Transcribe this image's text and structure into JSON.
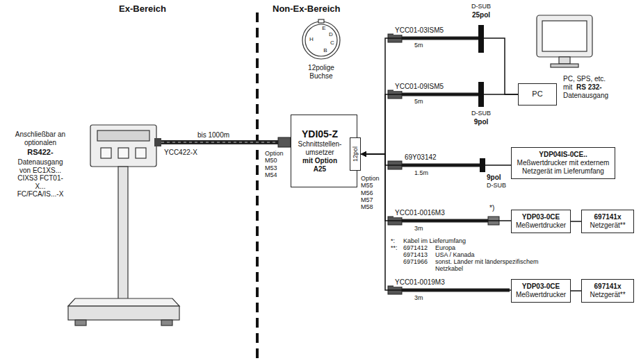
{
  "diagram": {
    "nodes": [
      {
        "text": [
          "YDI05-Z",
          "Schnittstellen- umsetzer",
          "mit Option A25"
        ]
      },
      {
        "text": [
          "12pol"
        ],
        "in": 0
      },
      {
        "text": [
          "PC"
        ]
      },
      {
        "text": [
          "YDP04IS-0CE..",
          "Meßwertdrucker mit externem Netzgerät im Lieferumfang"
        ]
      },
      {
        "text": [
          "YDP03-0CE",
          "Meßwertdrucker"
        ]
      },
      {
        "text": [
          "697141x",
          "Netzgerät**"
        ]
      },
      {
        "text": [
          "YDP03-0CE",
          "Meßwertdrucker"
        ]
      },
      {
        "text": [
          "697141x",
          "Netzgerät**"
        ]
      }
    ],
    "edges": [
      {
        "from": 2,
        "to": 1,
        "label": "YCC01-03ISM5",
        "arrow": "to"
      },
      {
        "from": 2,
        "to": 1,
        "label": "YCC01-09ISM5",
        "arrow": "to"
      },
      {
        "from": 3,
        "to": 1,
        "label": "69Y03142",
        "arrow": "to"
      },
      {
        "from": 4,
        "to": 1,
        "label": "YCC01-0016M3",
        "arrow": "to"
      },
      {
        "from": 6,
        "to": 1,
        "label": "YCC01-0019M3",
        "arrow": "to"
      },
      {
        "from": 4,
        "to": 5,
        "arrow": "none"
      },
      {
        "from": 6,
        "to": 7,
        "arrow": "none"
      }
    ],
    "labels": [
      "Ex-Bereich",
      "Non-Ex-Bereich",
      "Anschließbar an optionalen",
      "RS422-",
      "Datenausgang von EC1XS... CIXS3 FCT01-X... FC/FCA/IS...-X",
      "bis 1000m",
      "YCC422-X",
      "Option M50 M53 M54",
      "12polige Buchse",
      "E",
      "D",
      "H",
      "C",
      "B",
      "D-SUB",
      "25pol",
      "5m",
      "5m",
      "D-SUB",
      "9pol",
      "PC, SPS, etc.",
      "mit",
      "RS 232-",
      "Datenausgang",
      "1.5m",
      "9pol",
      "D-SUB",
      "3m",
      "*)",
      "3m",
      "Option M55 M56 M57 M58",
      "*:",
      "Kabel im Lieferumfang",
      "**:",
      "6971412",
      "Europa",
      "6971413",
      "USA / Kanada",
      "6971966",
      "sonst. Länder mit länderspezifischem Netzkabel"
    ]
  }
}
